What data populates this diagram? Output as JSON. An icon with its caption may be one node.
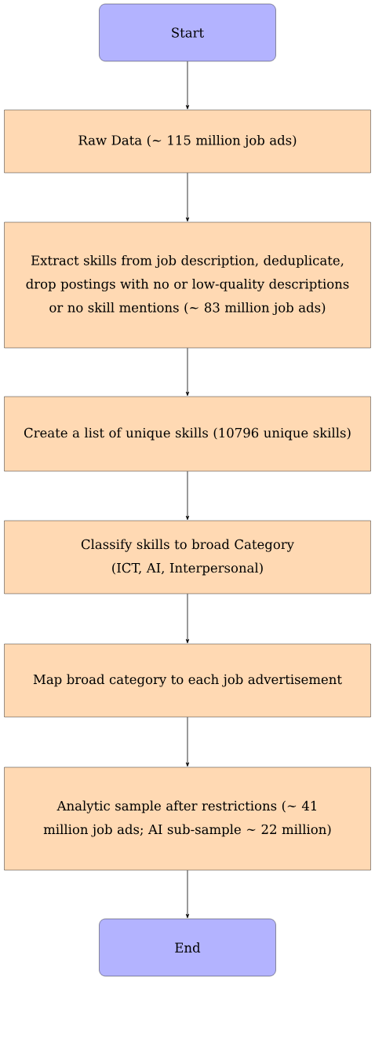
{
  "diagram": {
    "nodes": [
      {
        "text": [
          "Start"
        ]
      },
      {
        "text": [
          "Raw Data (∼ 115 million job ads)"
        ]
      },
      {
        "text": [
          "Extract skills from job description, deduplicate, drop postings with no or low-quality descriptions or no skill mentions (∼ 83 million job ads)"
        ]
      },
      {
        "text": [
          "Create a list of unique skills (10796 unique skills)"
        ]
      },
      {
        "text": [
          "Classify skills to broad Category (ICT, AI, Interpersonal)"
        ]
      },
      {
        "text": [
          "Map broad category to each job advertisement"
        ]
      },
      {
        "text": [
          "Analytic sample after restrictions (∼ 41 million job ads; AI sub-sample ∼ 22 million)"
        ]
      },
      {
        "text": [
          "End"
        ]
      }
    ],
    "edges": [
      {
        "from": 0,
        "to": 1,
        "arrow": "to"
      },
      {
        "from": 1,
        "to": 2,
        "arrow": "to"
      },
      {
        "from": 2,
        "to": 3,
        "arrow": "to"
      },
      {
        "from": 3,
        "to": 4,
        "arrow": "to"
      },
      {
        "from": 4,
        "to": 5,
        "arrow": "to"
      },
      {
        "from": 5,
        "to": 6,
        "arrow": "to"
      },
      {
        "from": 6,
        "to": 7,
        "arrow": "to"
      }
    ]
  }
}
